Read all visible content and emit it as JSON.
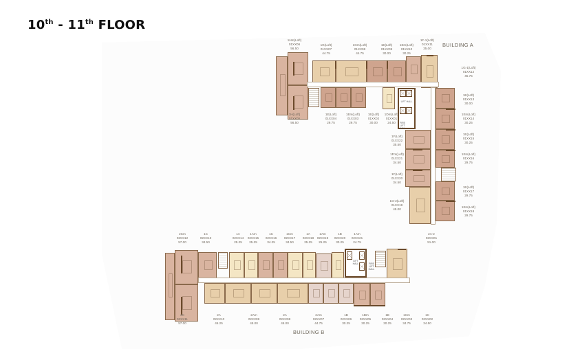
{
  "page": {
    "title_part1": "10",
    "title_sup1": "th",
    "title_sep": " - ",
    "title_part2": "11",
    "title_sup2": "th",
    "title_rest": " FLOOR"
  },
  "colors": {
    "unit_rose": "#d9b4a0",
    "unit_rose_dark": "#cfa48e",
    "unit_tan": "#e8cfaa",
    "unit_cream": "#f4e6c4",
    "unit_pink": "#e6d4cc",
    "wall": "#6b4a2b"
  },
  "building_a": {
    "label": "BUILDING A",
    "core_labels": {
      "lift_hall": "LIFT HALL",
      "fire_lift_hall": "FIRE LIFT HALL"
    },
    "units": [
      {
        "type": "1Hm(Loft)",
        "code": "01XX06",
        "area": "56.50"
      },
      {
        "type": "1G(Loft)",
        "code": "01XX07",
        "area": "44.75"
      },
      {
        "type": "1Gm(Loft)",
        "code": "01XX08",
        "area": "44.75"
      },
      {
        "type": "1E(Loft)",
        "code": "01XX09",
        "area": "30.00"
      },
      {
        "type": "1Em(Loft)",
        "code": "01XX10",
        "area": "30.25"
      },
      {
        "type": "1F-1(Loft)",
        "code": "01XX11",
        "area": "35.00"
      },
      {
        "type": "1G-1(Loft)",
        "code": "01XX12",
        "area": "45.75"
      },
      {
        "type": "1E(Loft)",
        "code": "01XX13",
        "area": "30.00"
      },
      {
        "type": "1Em(Loft)",
        "code": "01XX14",
        "area": "30.25"
      },
      {
        "type": "1E(Loft)",
        "code": "01XX15",
        "area": "30.25"
      },
      {
        "type": "1Em(Loft)",
        "code": "01XX16",
        "area": "29.75"
      },
      {
        "type": "1E(Loft)",
        "code": "01XX17",
        "area": "29.75"
      },
      {
        "type": "1Em(Loft)",
        "code": "01XX18",
        "area": "29.75"
      },
      {
        "type": "1H(Loft)",
        "code": "01XX05",
        "area": "56.50"
      },
      {
        "type": "1E(Loft)",
        "code": "01XX04",
        "area": "29.75"
      },
      {
        "type": "1Em(Loft)",
        "code": "01XX03",
        "area": "29.75"
      },
      {
        "type": "1E(Loft)",
        "code": "01XX02",
        "area": "30.00"
      },
      {
        "type": "1Dm(Loft)",
        "code": "01XX01",
        "area": "24.50"
      },
      {
        "type": "1F(Loft)",
        "code": "01XX22",
        "area": "35.50"
      },
      {
        "type": "1Fm(Loft)",
        "code": "01XX21",
        "area": "34.50"
      },
      {
        "type": "1F(Loft)",
        "code": "01XX20",
        "area": "34.50"
      },
      {
        "type": "1G-2(Loft)",
        "code": "01XX19",
        "area": "45.00"
      }
    ]
  },
  "building_b": {
    "label": "BUILDING B",
    "core_labels": {
      "lift_hall": "LIFT HALL",
      "fire_lift_hall": "FIRE LIFT HALL"
    },
    "units": [
      {
        "type": "2Cm",
        "code": "02XX12",
        "area": "57.00"
      },
      {
        "type": "1C",
        "code": "02XX13",
        "area": "34.50"
      },
      {
        "type": "1A",
        "code": "02XX14",
        "area": "25.25"
      },
      {
        "type": "1Am",
        "code": "02XX15",
        "area": "25.25"
      },
      {
        "type": "1C",
        "code": "02XX16",
        "area": "34.25"
      },
      {
        "type": "1Cm",
        "code": "02XX17",
        "area": "34.50"
      },
      {
        "type": "1A",
        "code": "02XX18",
        "area": "25.25"
      },
      {
        "type": "1Am",
        "code": "02XX19",
        "area": "25.25"
      },
      {
        "type": "1B",
        "code": "02XX20",
        "area": "30.25"
      },
      {
        "type": "1Am",
        "code": "02XX21",
        "area": "24.75"
      },
      {
        "type": "2A-2",
        "code": "02XX01",
        "area": "51.00"
      },
      {
        "type": "2C",
        "code": "02XX11",
        "area": "57.00"
      },
      {
        "type": "2A",
        "code": "02XX10",
        "area": "45.25"
      },
      {
        "type": "2Am",
        "code": "02XX09",
        "area": "45.00"
      },
      {
        "type": "2A",
        "code": "02XX08",
        "area": "45.00"
      },
      {
        "type": "2Am",
        "code": "02XX07",
        "area": "44.75"
      },
      {
        "type": "1B",
        "code": "02XX06",
        "area": "30.25"
      },
      {
        "type": "1Bm",
        "code": "02XX05",
        "area": "30.25"
      },
      {
        "type": "1B",
        "code": "02XX04",
        "area": "30.25"
      },
      {
        "type": "1Cm",
        "code": "02XX03",
        "area": "34.75"
      },
      {
        "type": "1C",
        "code": "02XX02",
        "area": "34.50"
      }
    ]
  }
}
